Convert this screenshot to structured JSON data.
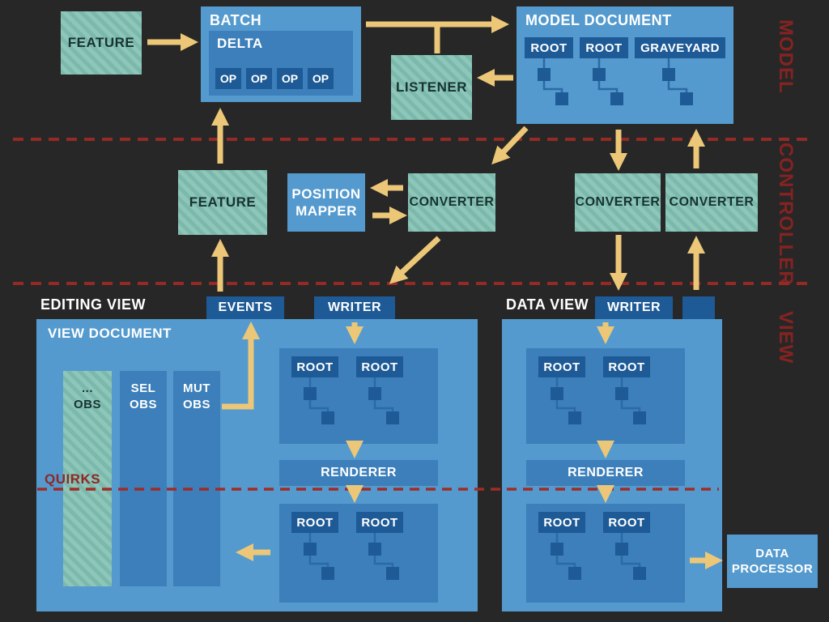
{
  "colors": {
    "background": "#272727",
    "box_blue": "#549ace",
    "box_blue_mid": "#3c7fba",
    "box_blue_dark": "#1d5a96",
    "teal_box": "#7cb9ad",
    "arrow_yellow": "#ecc778",
    "divider_red": "#942a25",
    "zone_label_red": "#852321"
  },
  "zones": {
    "model": "MODEL",
    "controller": "CONTROLLER",
    "view": "VIEW"
  },
  "model_layer": {
    "feature": "FEATURE",
    "batch": {
      "title": "BATCH",
      "delta": "DELTA",
      "ops": [
        "OP",
        "OP",
        "OP",
        "OP"
      ]
    },
    "listener": "LISTENER",
    "model_document": {
      "title": "MODEL DOCUMENT",
      "root1": "ROOT",
      "root2": "ROOT",
      "graveyard": "GRAVEYARD"
    }
  },
  "controller_layer": {
    "feature": "FEATURE",
    "position_mapper": "POSITION\nMAPPER",
    "converter_left": "CONVERTER",
    "converter_mid": "CONVERTER",
    "converter_right": "CONVERTER"
  },
  "view_layer": {
    "editing_view": {
      "label": "EDITING VIEW",
      "events": "EVENTS",
      "writer": "WRITER",
      "document_title": "VIEW DOCUMENT",
      "obs_other": "...\nOBS",
      "obs_sel": "SEL\nOBS",
      "obs_mut": "MUT\nOBS",
      "quirks": "QUIRKS",
      "tree_top_root1": "ROOT",
      "tree_top_root2": "ROOT",
      "renderer": "RENDERER",
      "tree_bottom_root1": "ROOT",
      "tree_bottom_root2": "ROOT"
    },
    "data_view": {
      "label": "DATA VIEW",
      "writer": "WRITER",
      "tree_top_root1": "ROOT",
      "tree_top_root2": "ROOT",
      "renderer": "RENDERER",
      "tree_bottom_root1": "ROOT",
      "tree_bottom_root2": "ROOT",
      "data_processor": "DATA\nPROCESSOR"
    }
  }
}
